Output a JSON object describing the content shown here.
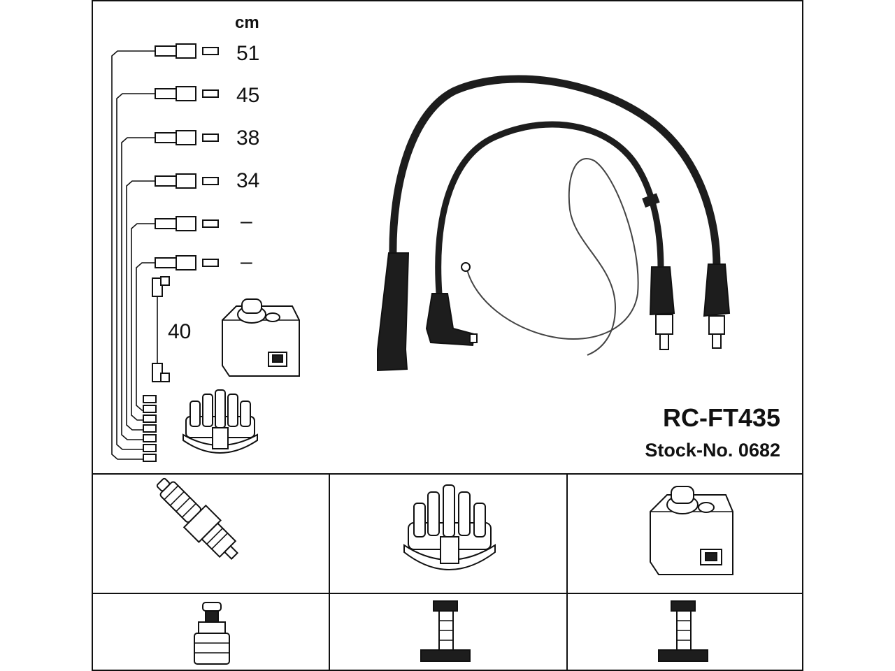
{
  "diagram": {
    "unit_label": "cm",
    "lengths": [
      "51",
      "45",
      "38",
      "34",
      "–",
      "–"
    ],
    "coil_lead_length": "40",
    "model": "RC-FT435",
    "stock_number": "Stock-No. 0682",
    "cell_icons": [
      "spark-plug-icon",
      "distributor-cap-icon",
      "ignition-coil-icon",
      "plug-connector-icon",
      "cap-terminal-icon",
      "coil-terminal-icon"
    ]
  }
}
